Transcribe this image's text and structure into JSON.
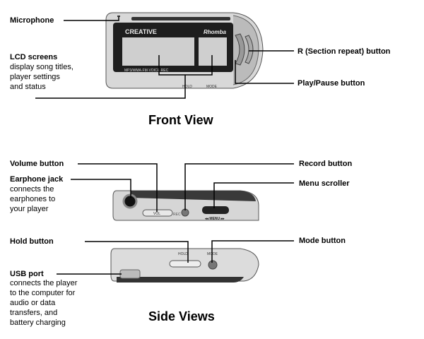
{
  "front_view": {
    "title": "Front View",
    "device": {
      "brand": "CREATIVE",
      "model": "Rhomba",
      "formats": "MP3/WMA·FM·VOICE·REC",
      "hold_label": "HOLD",
      "mode_label": "MODE"
    },
    "callouts": [
      {
        "label": "Microphone",
        "description": ""
      },
      {
        "label": "LCD screens",
        "description": "display song titles, player settings and status"
      },
      {
        "label": "R (Section repeat) button",
        "description": ""
      },
      {
        "label": "Play/Pause button",
        "description": ""
      }
    ]
  },
  "side_views": {
    "title": "Side Views",
    "device": {
      "vol_label": "VOL",
      "rec_label": "REC",
      "menu_label": "◂◂ MENU ▸▸",
      "hold_label": "HOLD",
      "mode_label": "MODE"
    },
    "callouts": [
      {
        "label": "Volume button",
        "description": ""
      },
      {
        "label": "Earphone jack",
        "description": "connects the earphones to your player"
      },
      {
        "label": "Record button",
        "description": ""
      },
      {
        "label": "Menu scroller",
        "description": ""
      },
      {
        "label": "Hold button",
        "description": ""
      },
      {
        "label": "Mode button",
        "description": ""
      },
      {
        "label": "USB port",
        "description": "connects the player to the computer for audio or data transfers, and battery charging"
      }
    ]
  }
}
